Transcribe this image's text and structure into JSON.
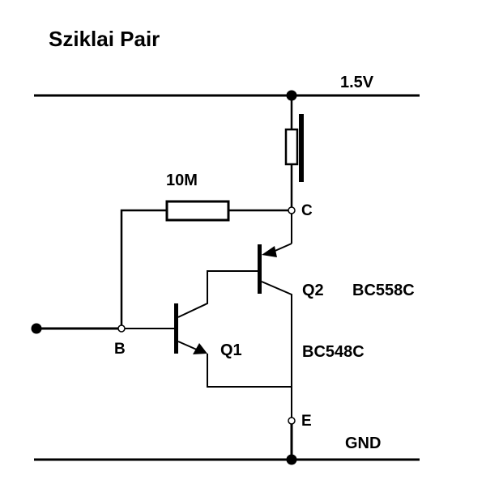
{
  "title": "Sziklai Pair",
  "colors": {
    "ink": "#000000",
    "background": "#ffffff"
  },
  "rails": {
    "supply": {
      "label": "1.5V"
    },
    "ground": {
      "label": "GND"
    }
  },
  "components": {
    "resistor": {
      "label": "10M",
      "symbol": "resistor"
    },
    "speaker": {
      "symbol": "speaker-piezo"
    },
    "q1": {
      "designator": "Q1",
      "part": "BC548C",
      "type": "NPN"
    },
    "q2": {
      "designator": "Q2",
      "part": "BC558C",
      "type": "PNP"
    }
  },
  "nodes": {
    "collector": "C",
    "base": "B",
    "emitter": "E"
  }
}
